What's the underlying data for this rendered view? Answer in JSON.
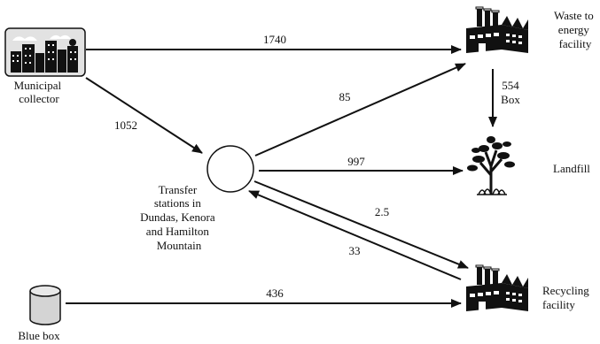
{
  "nodes": {
    "municipal": {
      "line1": "Municipal",
      "line2": "collector"
    },
    "transfer": {
      "line1": "Transfer",
      "line2": "stations in",
      "line3": "Dundas, Kenora",
      "line4": "and Hamilton",
      "line5": "Mountain"
    },
    "waste_energy": {
      "line1": "Waste to",
      "line2": "energy",
      "line3": "facility"
    },
    "landfill": {
      "line1": "Landfill"
    },
    "recycling": {
      "line1": "Recycling",
      "line2": "facility"
    },
    "bluebox": {
      "line1": "Blue box"
    }
  },
  "flows": {
    "municipal_to_energy": "1740",
    "municipal_to_transfer": "1052",
    "transfer_to_energy": "85",
    "energy_to_landfill": "554",
    "energy_to_landfill_unit": "Box",
    "transfer_to_landfill": "997",
    "transfer_to_recycling": "2.5",
    "recycling_to_transfer": "33",
    "bluebox_to_recycling": "436"
  },
  "icons": {
    "municipal": "city-skyline-icon",
    "energy": "factory-icon",
    "landfill": "tree-icon",
    "recycling": "factory-icon",
    "bluebox": "cylinder-bin-icon"
  },
  "colors": {
    "ink": "#111111",
    "sky": "#e2e2e2",
    "bin": "#d4d4d4"
  }
}
